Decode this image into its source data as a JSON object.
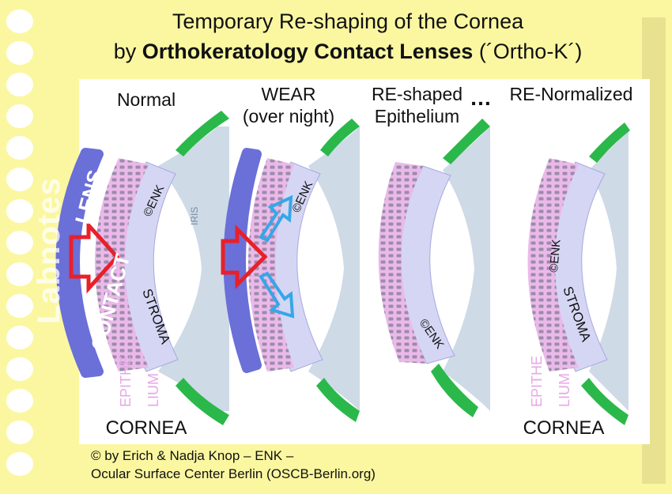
{
  "title": {
    "line1": "Temporary Re-shaping of the Cornea",
    "line2_prefix": "by ",
    "line2_bold": "Orthokeratology Contact Lenses",
    "line2_suffix": " (´Ortho-K´)"
  },
  "panels": [
    {
      "label": "Normal"
    },
    {
      "label_line1": "WEAR",
      "label_line2": "(over night)"
    },
    {
      "label_line1": "RE-shaped",
      "label_line2": "Epithelium"
    },
    {
      "label": "RE-Normalized"
    }
  ],
  "separator": "…",
  "annotations": {
    "contact_lens_a": "CONTACT",
    "contact_lens_b": "LENS",
    "copyright_mark": "©ENK",
    "stroma": "STROMA",
    "epithe": "EPITHE",
    "lium": "LIUM",
    "iris": "IRIS",
    "cornea": "CORNEA"
  },
  "watermark": "Labnotes",
  "credit": {
    "line1": "© by Erich & Nadja Knop – ENK –",
    "line2": "Ocular Surface Center Berlin (OSCB-Berlin.org)"
  },
  "colors": {
    "background": "#fbf7a1",
    "lens": "#6b6fd8",
    "epithelium": "#e7b3e8",
    "stroma": "#d4d6f4",
    "sclera": "#2bb84a",
    "iris": "#c9d6e3",
    "arrow_red": "#e8202a",
    "arrow_blue": "#35a7e8"
  }
}
